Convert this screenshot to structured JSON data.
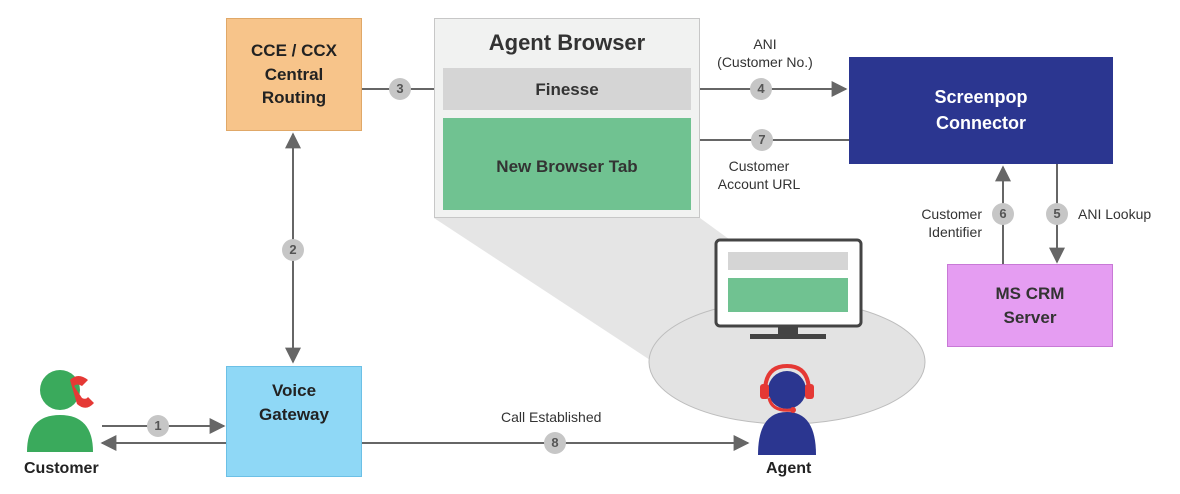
{
  "nodes": {
    "cce": "CCE / CCX\nCentral\nRouting",
    "voice_gateway": "Voice\nGateway",
    "agent_browser": "Agent Browser",
    "finesse": "Finesse",
    "new_browser_tab": "New Browser Tab",
    "screenpop_connector": "Screenpop\nConnector",
    "ms_crm_server": "MS CRM\nServer"
  },
  "actors": {
    "customer": "Customer",
    "agent": "Agent"
  },
  "edge_labels": {
    "ani": "ANI\n(Customer No.)",
    "customer_account_url": "Customer\nAccount URL",
    "customer_identifier": "Customer\nIdentifier",
    "ani_lookup": "ANI Lookup",
    "call_established": "Call Established"
  },
  "steps": [
    "1",
    "2",
    "3",
    "4",
    "5",
    "6",
    "7",
    "8"
  ],
  "colors": {
    "routing": "#f7c48a",
    "gateway": "#8fd8f6",
    "finesse": "#d5d5d5",
    "browser_tab": "#70c291",
    "connector": "#2b3690",
    "crm": "#e59df2",
    "customer_icon": "#3aaa5c",
    "agent_icon": "#2b3690",
    "phone_icon": "#e53935",
    "arrow": "#666666",
    "step_badge": "#c6c6c6"
  }
}
